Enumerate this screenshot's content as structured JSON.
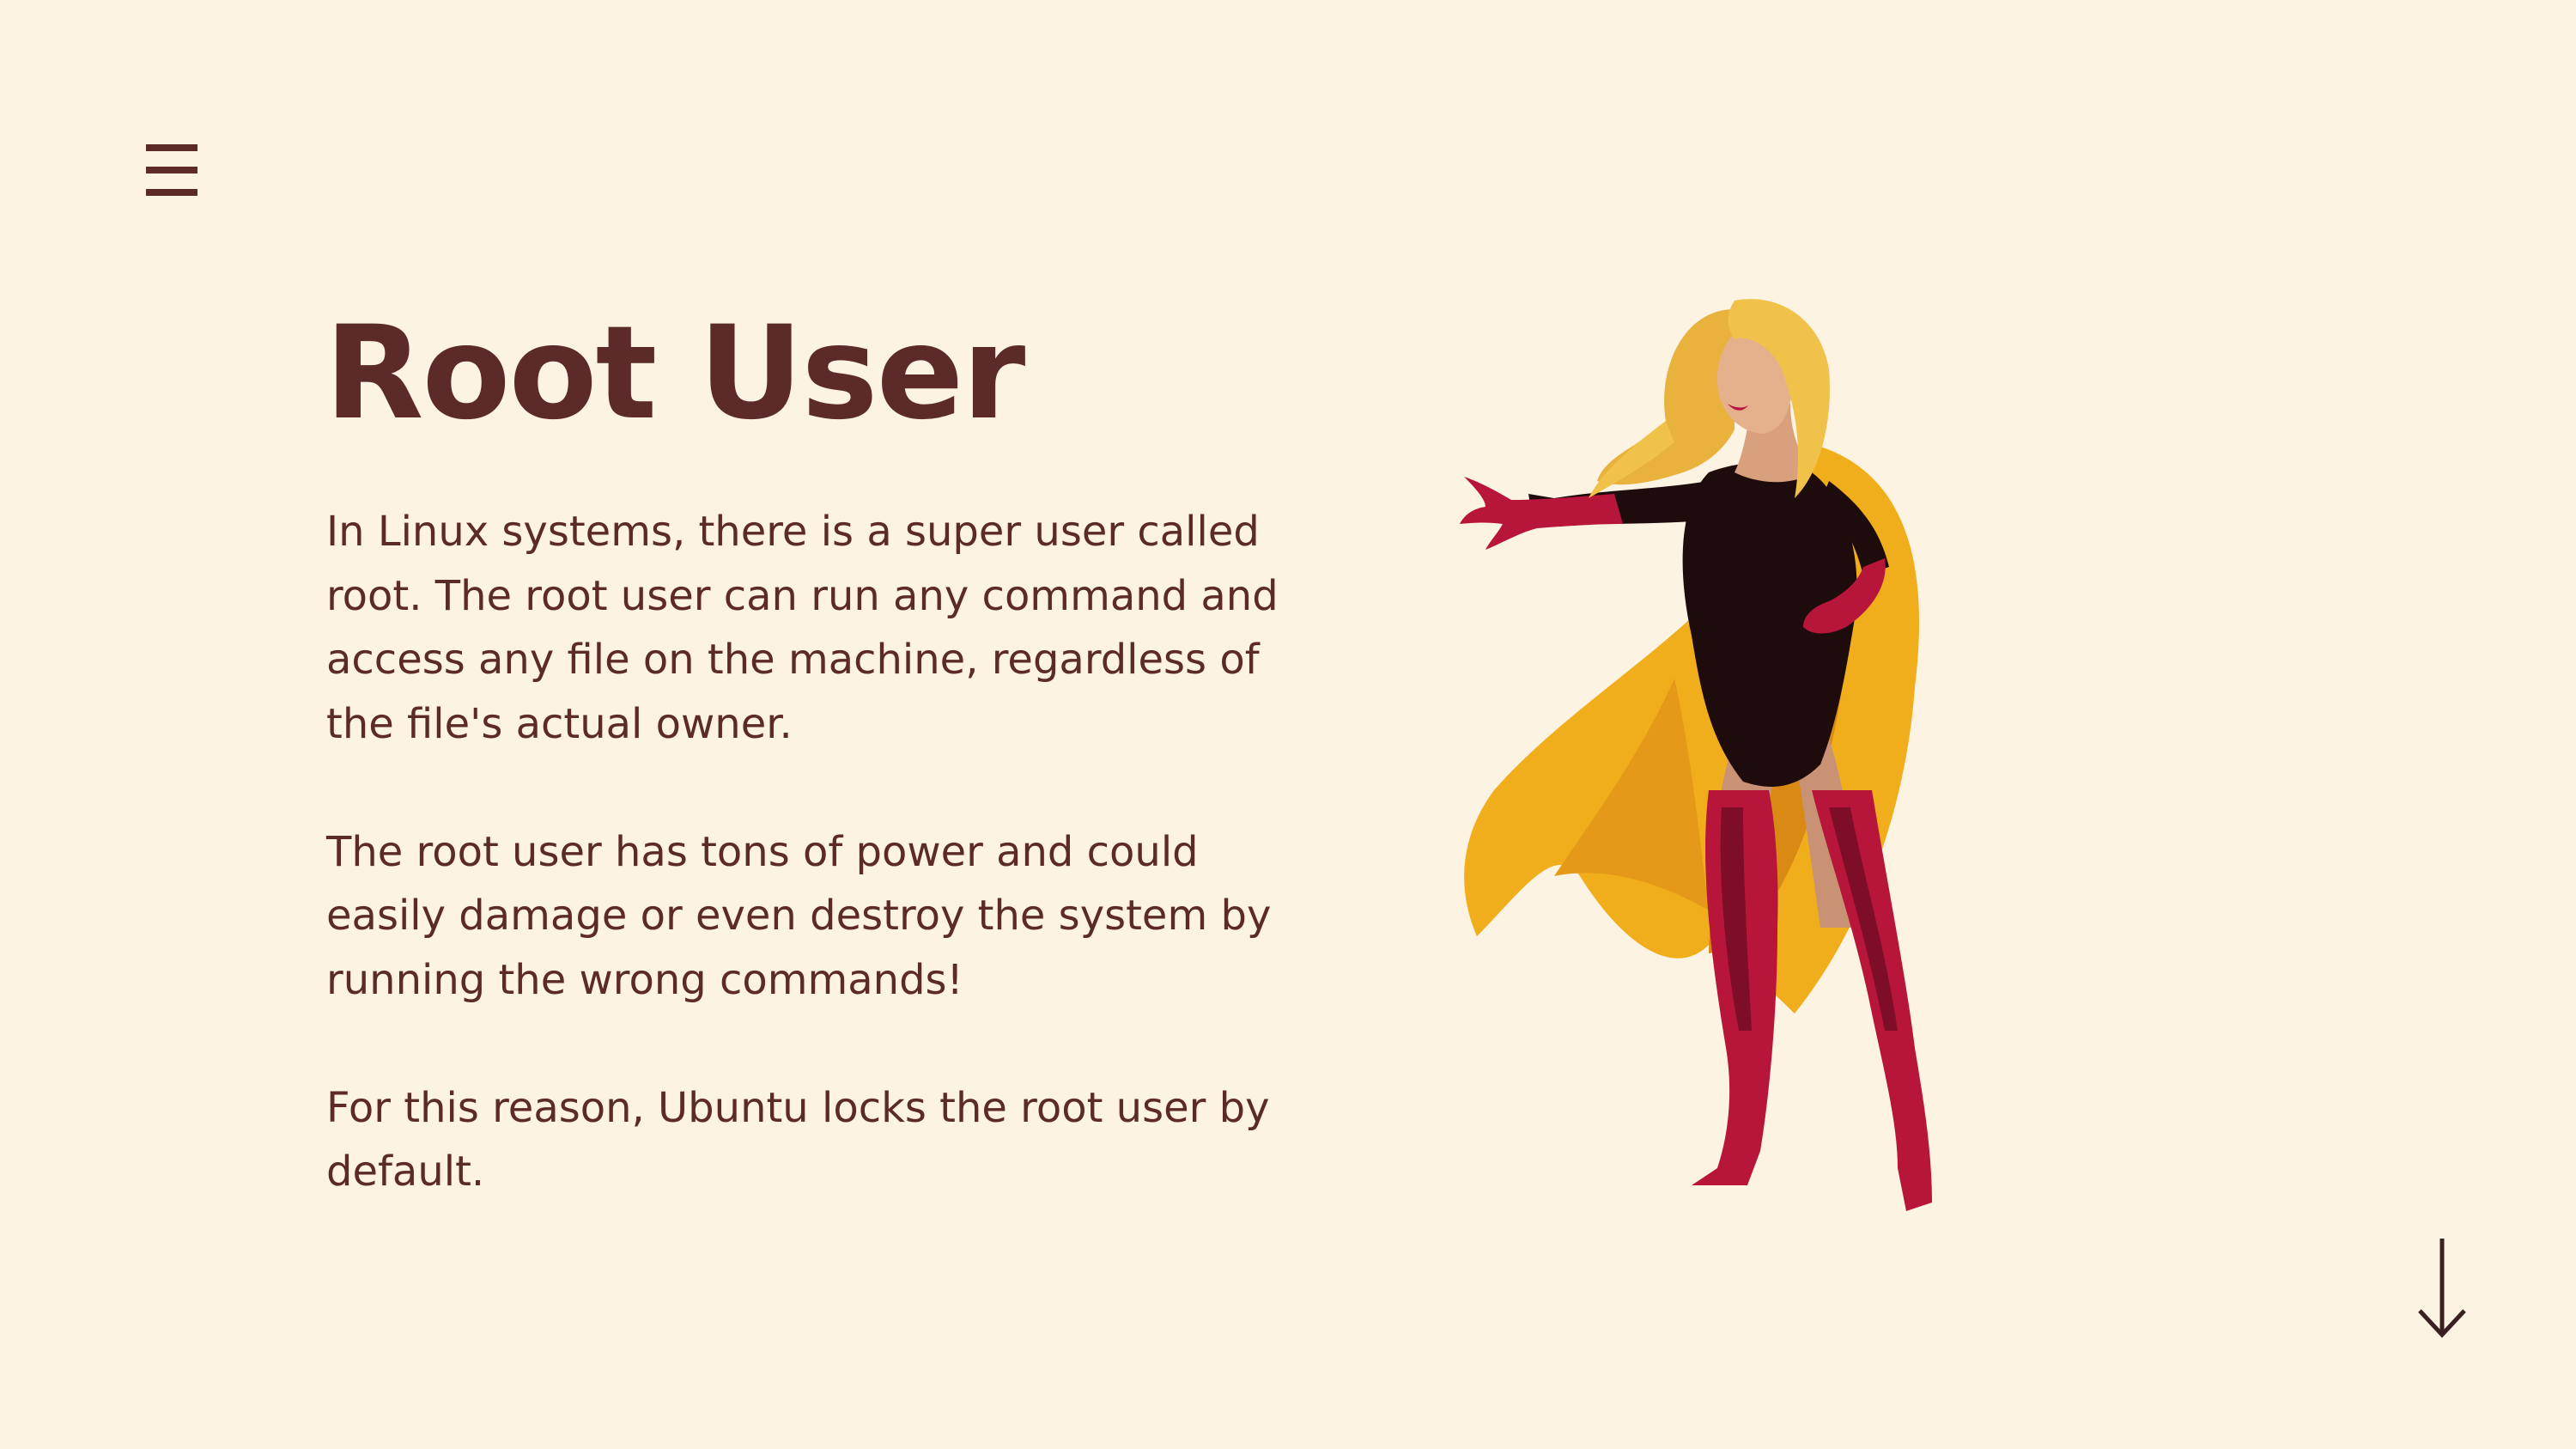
{
  "slide": {
    "title": "Root User",
    "paragraphs": [
      {
        "lines": [
          "In Linux systems, there is a super user called",
          "root.  The root user can run any command and",
          "access any file on the machine, regardless of",
          "the file's actual owner."
        ]
      },
      {
        "lines": [
          "The root user has tons of power and could",
          "easily damage or even destroy the system by",
          "running the wrong commands!"
        ]
      },
      {
        "lines": [
          "For this reason, Ubuntu locks the root user by",
          "default."
        ]
      }
    ]
  },
  "icons": {
    "menu": "hamburger-menu-icon",
    "scroll": "arrow-down-icon",
    "illustration": "superheroine-illustration"
  },
  "colors": {
    "background": "#fdf3e2",
    "text": "#5c2a28",
    "cape": "#f1ae1c",
    "suit": "#1e0c0c",
    "boots": "#b8153a",
    "hair": "#f0c24a"
  }
}
